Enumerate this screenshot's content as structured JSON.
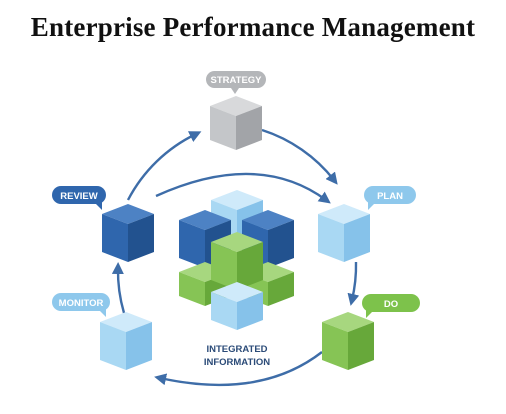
{
  "title": "Enterprise Performance Management",
  "stages": {
    "strategy": {
      "label": "STRATEGY",
      "color": "#b4b6b9"
    },
    "plan": {
      "label": "PLAN",
      "color": "#8ec8ec"
    },
    "do": {
      "label": "DO",
      "color": "#7dc24b"
    },
    "monitor": {
      "label": "MONITOR",
      "color": "#8ec8ec"
    },
    "review": {
      "label": "REVIEW",
      "color": "#2f66ad"
    }
  },
  "center": {
    "line1": "INTEGRATED",
    "line2": "INFORMATION"
  },
  "colors": {
    "arrow": "#3e6da8",
    "dark_blue": "#2f66ad",
    "light_blue": "#a9d8f3",
    "green": "#7dc24b",
    "gray": "#b4b6b9"
  }
}
